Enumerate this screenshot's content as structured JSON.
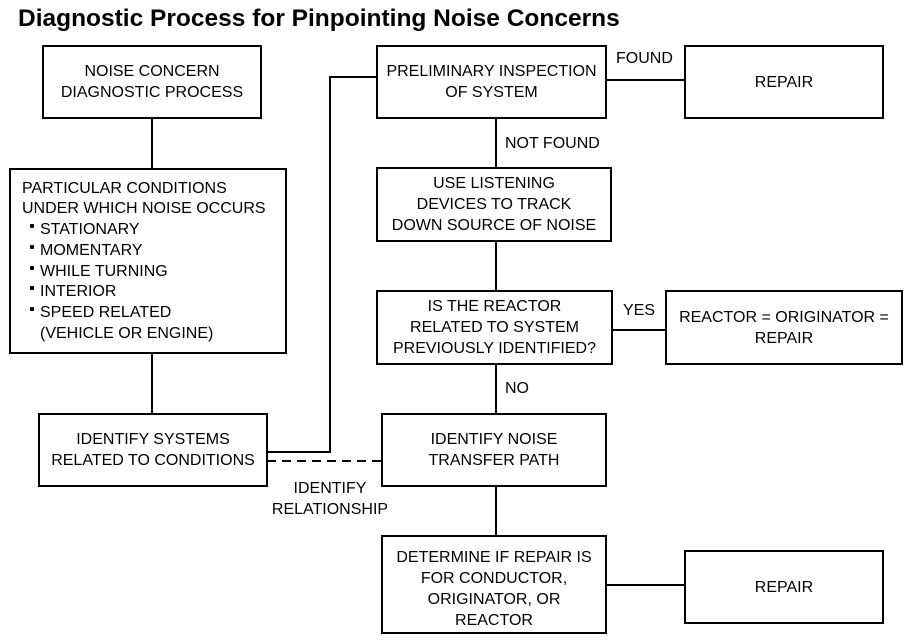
{
  "title": "Diagnostic Process for Pinpointing Noise Concerns",
  "nodes": {
    "start": {
      "lines": [
        "NOISE CONCERN",
        "DIAGNOSTIC PROCESS"
      ]
    },
    "conditions": {
      "heading": [
        "PARTICULAR CONDITIONS",
        "UNDER WHICH NOISE OCCURS"
      ],
      "items": [
        {
          "lines": [
            "STATIONARY"
          ]
        },
        {
          "lines": [
            "MOMENTARY"
          ]
        },
        {
          "lines": [
            "WHILE TURNING"
          ]
        },
        {
          "lines": [
            "INTERIOR"
          ]
        },
        {
          "lines": [
            "SPEED RELATED",
            "(VEHICLE OR ENGINE)"
          ]
        }
      ]
    },
    "identify_systems": {
      "lines": [
        "IDENTIFY SYSTEMS",
        "RELATED TO CONDITIONS"
      ]
    },
    "preliminary_inspection": {
      "lines": [
        "PRELIMINARY INSPECTION",
        "OF SYSTEM"
      ]
    },
    "repair_found": {
      "lines": [
        "REPAIR"
      ]
    },
    "listening_devices": {
      "lines": [
        "USE LISTENING",
        "DEVICES TO TRACK",
        "DOWN SOURCE OF NOISE"
      ]
    },
    "reactor_question": {
      "lines": [
        "IS THE REACTOR",
        "RELATED TO SYSTEM",
        "PREVIOUSLY IDENTIFIED?"
      ]
    },
    "reactor_equals": {
      "lines": [
        "REACTOR = ORIGINATOR =",
        "REPAIR"
      ]
    },
    "transfer_path": {
      "lines": [
        "IDENTIFY NOISE",
        "TRANSFER PATH"
      ]
    },
    "determine_repair": {
      "lines": [
        "DETERMINE IF REPAIR IS",
        "FOR CONDUCTOR,",
        "ORIGINATOR, OR",
        "REACTOR"
      ]
    },
    "repair_final": {
      "lines": [
        "REPAIR"
      ]
    }
  },
  "edge_labels": {
    "found": "FOUND",
    "not_found": "NOT FOUND",
    "yes": "YES",
    "no": "NO",
    "relationship": [
      "IDENTIFY",
      "RELATIONSHIP"
    ]
  },
  "colors": {
    "ink": "#000000",
    "paper": "#ffffff"
  }
}
